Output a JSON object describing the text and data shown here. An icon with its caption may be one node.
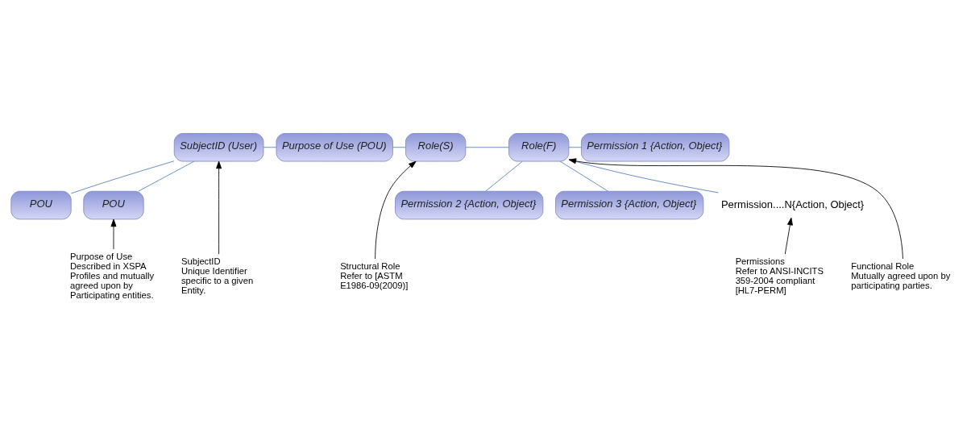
{
  "diagram": {
    "nodes": [
      {
        "text": [
          "SubjectID (User)"
        ]
      },
      {
        "text": [
          "Purpose of Use (POU)"
        ]
      },
      {
        "text": [
          "Role(S)"
        ]
      },
      {
        "text": [
          "Role(F)"
        ]
      },
      {
        "text": [
          "Permission 1 {Action, Object}"
        ]
      },
      {
        "text": [
          "POU"
        ]
      },
      {
        "text": [
          "POU"
        ]
      },
      {
        "text": [
          "Permission 2 {Action, Object}"
        ]
      },
      {
        "text": [
          "Permission 3 {Action, Object}"
        ]
      },
      {
        "text": [
          "Permission....N{Action, Object}"
        ]
      },
      {
        "text": [
          "SubjectID",
          "Unique Identifier specific to a given Entity."
        ]
      },
      {
        "text": [
          "Purpose of Use",
          "Described in XSPA Profiles and mutually agreed upon by Participating entities."
        ]
      },
      {
        "text": [
          "Structural Role",
          "Refer to [ASTM E1986-09(2009)]"
        ]
      },
      {
        "text": [
          "Functional Role",
          "Mutually agreed upon by participating parties."
        ]
      },
      {
        "text": [
          "Permissions",
          "Refer to ANSI-INCITS 359-2004 compliant [HL7-PERM]"
        ]
      }
    ],
    "edges": [
      {
        "from": 0,
        "to": 1,
        "arrow": "none"
      },
      {
        "from": 0,
        "to": 5,
        "arrow": "none"
      },
      {
        "from": 0,
        "to": 6,
        "arrow": "none"
      },
      {
        "from": 1,
        "to": 2,
        "arrow": "none"
      },
      {
        "from": 2,
        "to": 3,
        "arrow": "none"
      },
      {
        "from": 3,
        "to": 4,
        "arrow": "none"
      },
      {
        "from": 3,
        "to": 7,
        "arrow": "none"
      },
      {
        "from": 3,
        "to": 8,
        "arrow": "none"
      },
      {
        "from": 3,
        "to": 9,
        "arrow": "none"
      },
      {
        "from": 10,
        "to": 0,
        "arrow": "to",
        "color": "#000000"
      },
      {
        "from": 11,
        "to": 6,
        "arrow": "to",
        "color": "#000000"
      },
      {
        "from": 12,
        "to": 2,
        "arrow": "to",
        "color": "#000000"
      },
      {
        "from": 13,
        "to": 3,
        "arrow": "to",
        "color": "#000000"
      },
      {
        "from": 14,
        "to": 9,
        "arrow": "to",
        "color": "#000000"
      }
    ]
  }
}
